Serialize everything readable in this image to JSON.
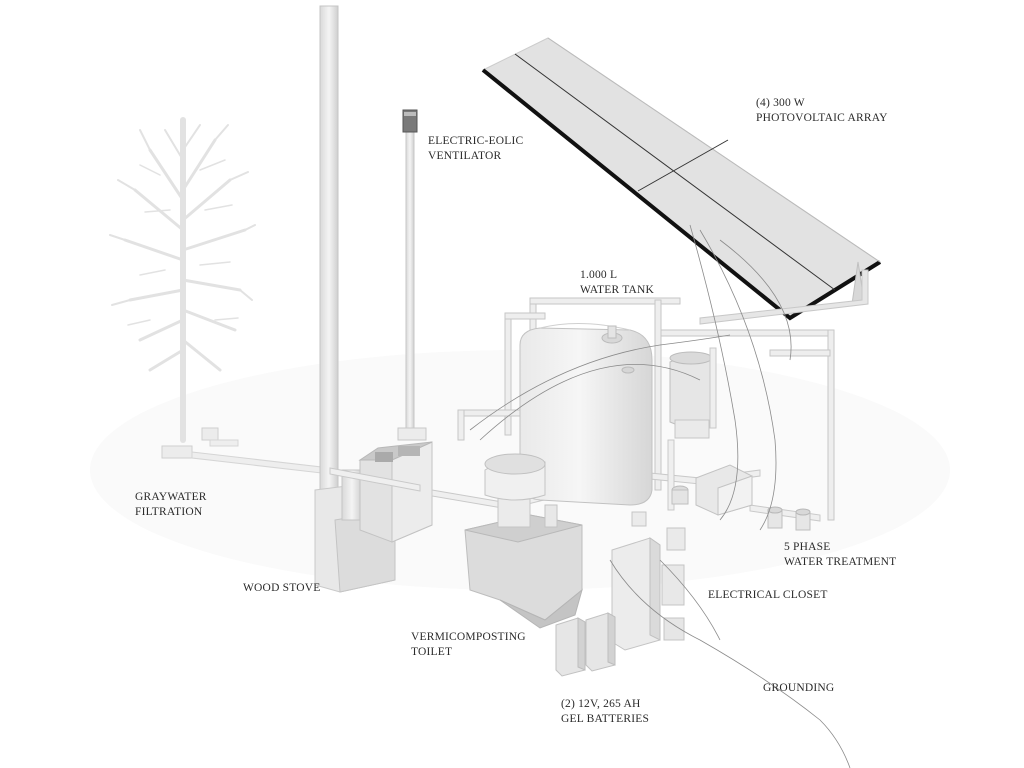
{
  "labels": {
    "ventilator": {
      "line1": "ELECTRIC-EOLIC",
      "line2": "VENTILATOR"
    },
    "pv_array": {
      "line1": "(4) 300 W",
      "line2": "PHOTOVOLTAIC ARRAY"
    },
    "water_tank": {
      "line1": "1.000 L",
      "line2": "WATER TANK"
    },
    "graywater": {
      "line1": "GRAYWATER",
      "line2": "FILTRATION"
    },
    "water_treatment": {
      "line1": "5 PHASE",
      "line2": "WATER TREATMENT"
    },
    "wood_stove": {
      "line1": "WOOD STOVE"
    },
    "electrical_closet": {
      "line1": "ELECTRICAL CLOSET"
    },
    "toilet": {
      "line1": "VERMICOMPOSTING",
      "line2": "TOILET"
    },
    "grounding": {
      "line1": "GROUNDING"
    },
    "batteries": {
      "line1": "(2) 12V, 265 AH",
      "line2": "GEL BATTERIES"
    }
  },
  "colors": {
    "background": "#ffffff",
    "surface": "#e8e8e8",
    "surface_light": "#f3f3f3",
    "surface_dark": "#cfcfcf",
    "edge": "#bdbdbd",
    "panel": "#e2e2e2",
    "panel_frame": "#111111",
    "tree": "#e4e4e4",
    "wire": "#8a8a8a",
    "text": "#2a2a2a"
  }
}
